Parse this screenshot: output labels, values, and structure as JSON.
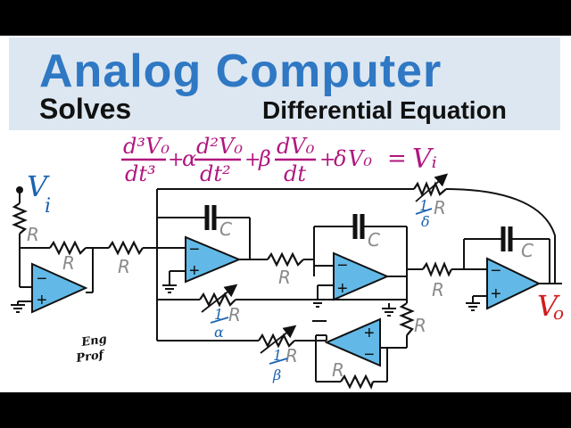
{
  "title": {
    "main": "Analog  Computer",
    "solves": "Solves",
    "subject": "Differential Equation"
  },
  "equation": {
    "term1_num": "d³V₀",
    "term1_den": "dt³",
    "plus": "+",
    "alpha": "α",
    "term2_num": "d²V₀",
    "term2_den": "dt²",
    "beta": "β",
    "term3_num": "dV₀",
    "term3_den": "dt",
    "delta": "δ",
    "v0": "V₀",
    "equals": "=",
    "vi": "Vᵢ"
  },
  "labels": {
    "R": "R",
    "C": "C",
    "vi": "V",
    "vi_sub": "i",
    "vo": "V",
    "vo_sub": "o",
    "minus": "−",
    "plus": "+",
    "frac_one": "1",
    "frac_delta": "δ",
    "frac_alpha": "α",
    "frac_beta": "β",
    "logo_line1": "Eng",
    "logo_line2": "Prof"
  },
  "colors": {
    "title_blue": "#2f78c4",
    "equation_magenta": "#b0177f",
    "label_blue": "#1a63b0",
    "output_red": "#d11c1c",
    "opamp_fill": "#62b9e7",
    "banner_bg": "#dde7f1",
    "wire": "#111111",
    "label_gray": "#8a8a8a"
  }
}
